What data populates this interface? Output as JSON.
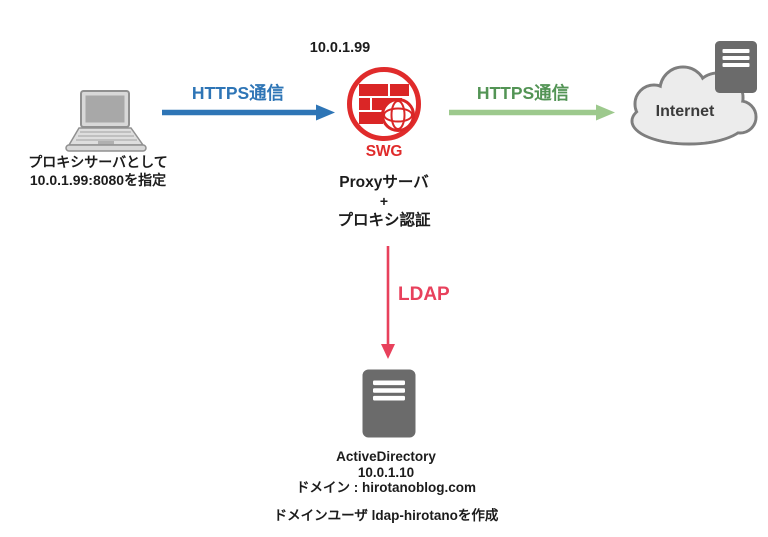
{
  "nodes": {
    "client": {
      "icon": "laptop-icon",
      "caption_line1": "プロキシサーバとして",
      "caption_line2": "10.0.1.99:8080を指定"
    },
    "swg": {
      "icon": "firewall-globe-icon",
      "ip": "10.0.1.99",
      "badge": "SWG",
      "caption_line1": "Proxyサーバ",
      "caption_line2": "+",
      "caption_line3": "プロキシ認証"
    },
    "internet": {
      "icon": "cloud-icon",
      "server_icon": "server-icon",
      "label": "Internet"
    },
    "ad": {
      "icon": "server-icon",
      "caption_line1": "ActiveDirectory",
      "caption_line2": "10.0.1.10",
      "caption_line3": "ドメイン : hirotanoblog.com"
    }
  },
  "arrows": {
    "client_to_swg": {
      "label": "HTTPS通信",
      "color": "#2e75b6",
      "direction": "right"
    },
    "swg_to_internet": {
      "label": "HTTPS通信",
      "label_color": "#539455",
      "color": "#9dc98d",
      "direction": "right"
    },
    "swg_to_ad": {
      "label": "LDAP",
      "color": "#e8415c",
      "direction": "down"
    }
  },
  "footnote": "ドメインユーザ ldap-hirotanoを作成",
  "colors": {
    "https_blue": "#2e75b6",
    "https_green_label": "#539455",
    "https_green_arrow": "#9dc98d",
    "swg_red": "#e02b2b",
    "ldap_red": "#e8415c",
    "server_gray": "#6b6b6b",
    "cloud_fill": "#ececec",
    "cloud_stroke": "#7e7e7e",
    "text_dark": "#1c1c1c"
  }
}
